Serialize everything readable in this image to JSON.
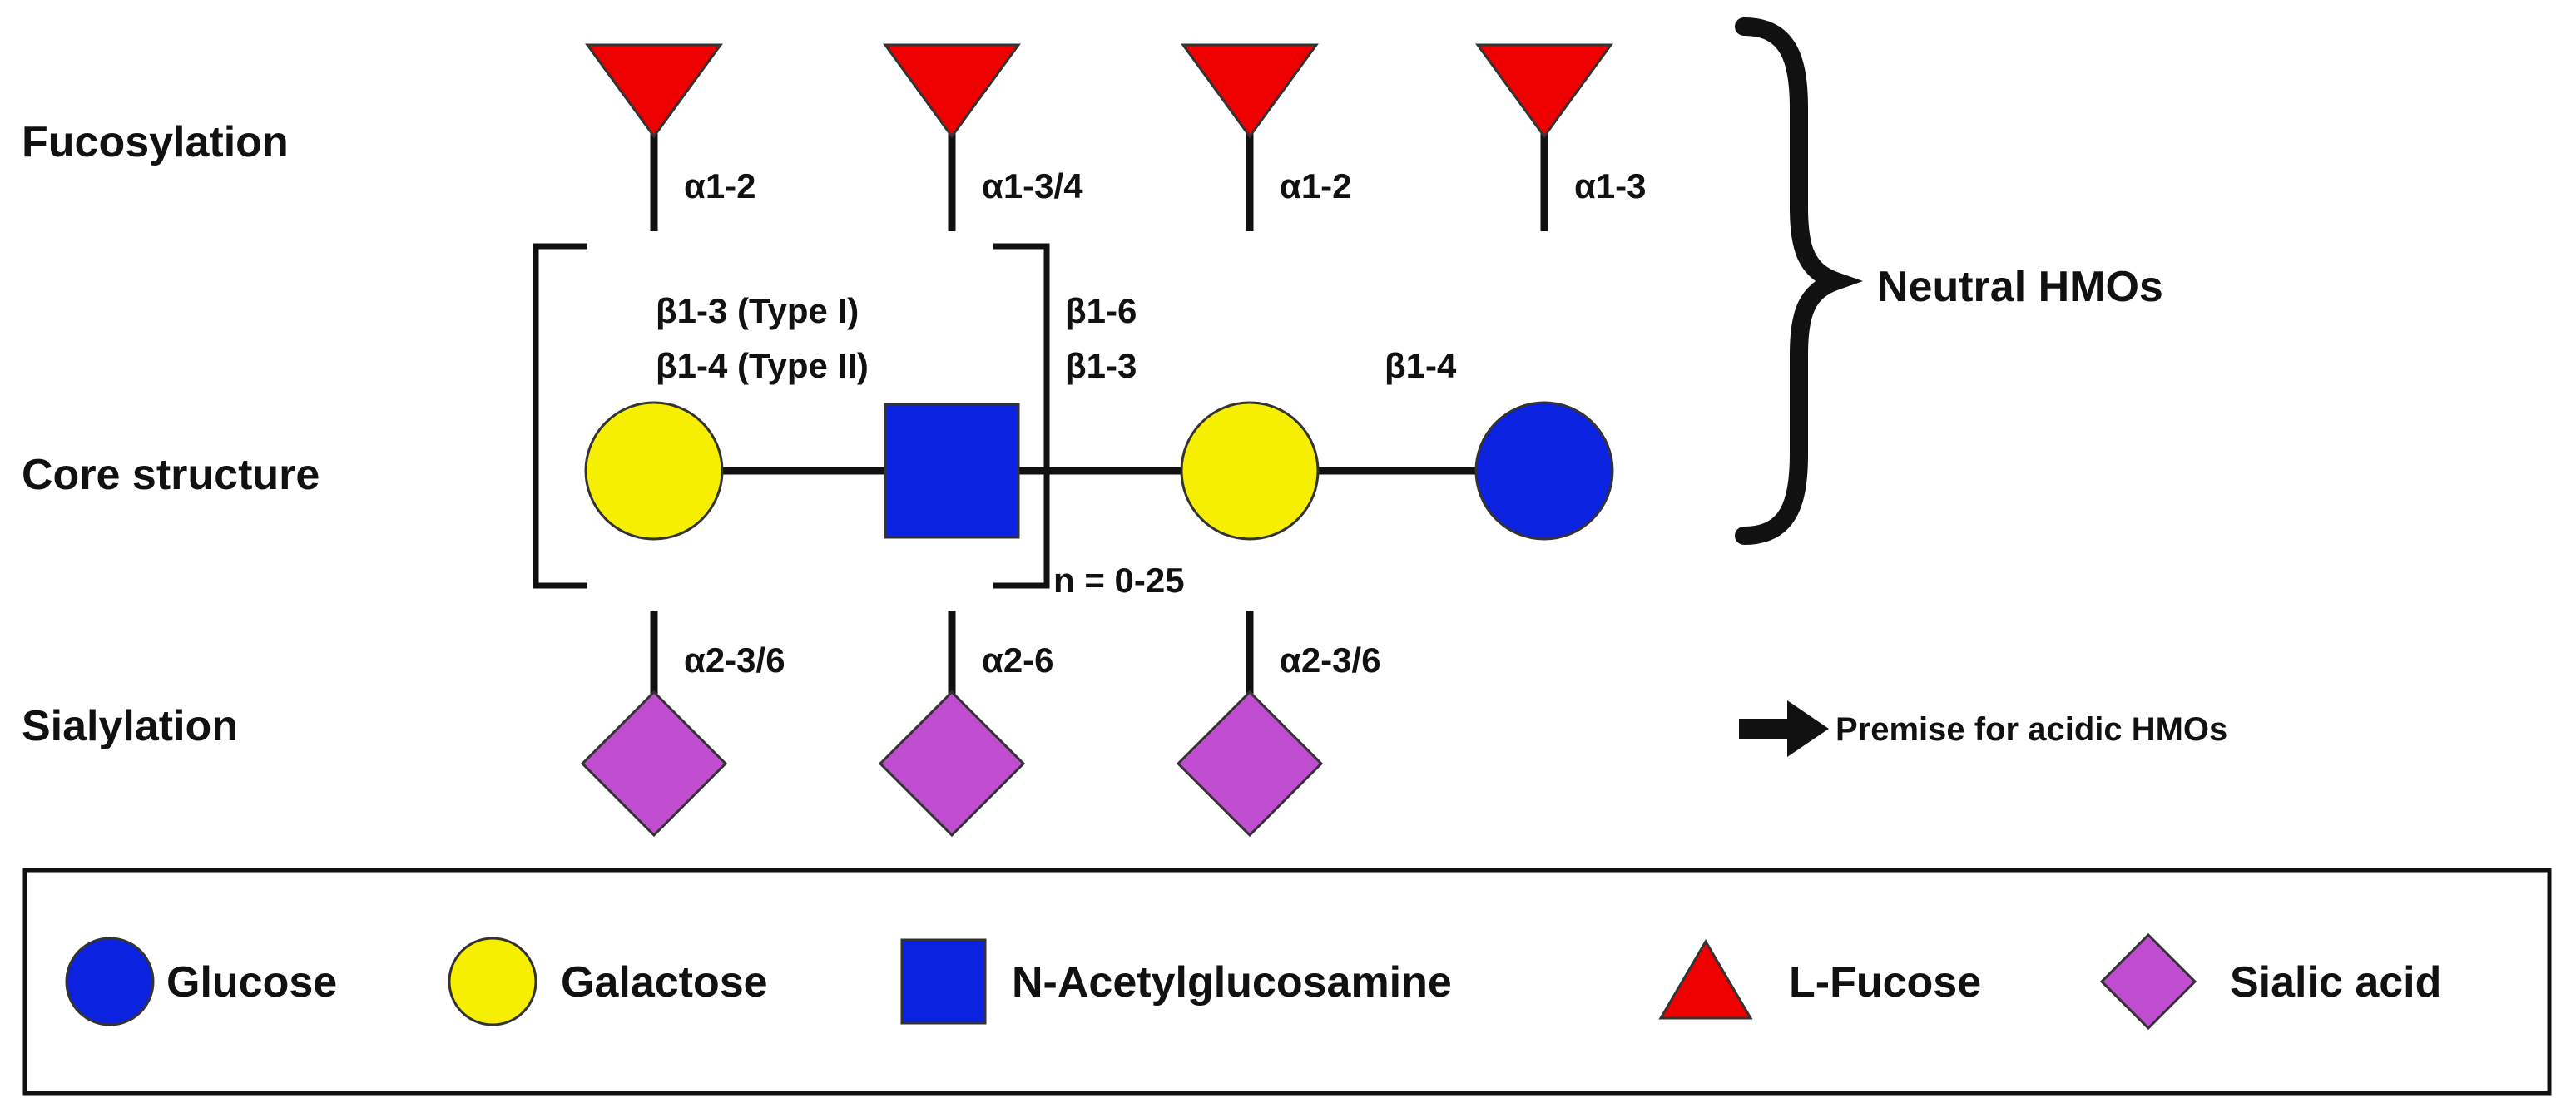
{
  "colors": {
    "glucose": "#0b22e0",
    "galactose": "#f6f000",
    "glcnac": "#0b22e0",
    "fucose": "#ee0000",
    "sialic": "#c04cd0",
    "outline": "#333333"
  },
  "rows": {
    "fucosylation": "Fucosylation",
    "core": "Core structure",
    "sialylation": "Sialylation"
  },
  "fucose_links": [
    "α1-2",
    "α1-3/4",
    "α1-2",
    "α1-3"
  ],
  "core_links": {
    "bracket_line1": "β1-3 (Type I)",
    "bracket_line2": "β1-4 (Type II)",
    "mid_line1": "β1-6",
    "mid_line2": "β1-3",
    "right": "β1-4",
    "repeat": "n = 0-25"
  },
  "sialic_links": [
    "α2-3/6",
    "α2-6",
    "α2-3/6"
  ],
  "side": {
    "neutral": "Neutral HMOs",
    "acidic": "Premise for acidic HMOs"
  },
  "legend": [
    {
      "shape": "circle",
      "color_key": "glucose",
      "label": "Glucose"
    },
    {
      "shape": "circle",
      "color_key": "galactose",
      "label": "Galactose"
    },
    {
      "shape": "square",
      "color_key": "glcnac",
      "label": "N-Acetylglucosamine"
    },
    {
      "shape": "triangle",
      "color_key": "fucose",
      "label": "L-Fucose"
    },
    {
      "shape": "diamond",
      "color_key": "sialic",
      "label": "Sialic acid"
    }
  ]
}
